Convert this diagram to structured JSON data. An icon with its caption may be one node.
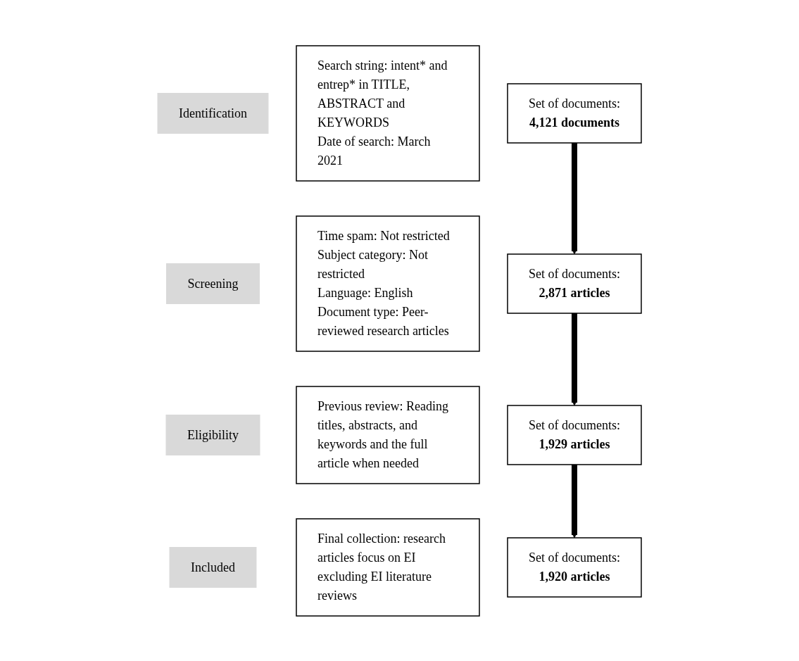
{
  "diagram": {
    "nodes": [
      {
        "text": [
          "Identification"
        ]
      },
      {
        "text": [
          "Search string: intent* and entrep* in TITLE, ABSTRACT and KEYWORDS",
          "Date of search: March 2021"
        ]
      },
      {
        "text": [
          "Set of documents:",
          "4,121 documents"
        ]
      },
      {
        "text": [
          "Screening"
        ]
      },
      {
        "text": [
          "Time spam: Not restricted",
          "Subject category: Not restricted",
          "Language: English",
          "Document type: Peer-reviewed research articles"
        ]
      },
      {
        "text": [
          "Set of documents:",
          "2,871 articles"
        ]
      },
      {
        "text": [
          "Eligibility"
        ]
      },
      {
        "text": [
          "Previous review: Reading titles, abstracts, and keywords and the full article when needed"
        ]
      },
      {
        "text": [
          "Set of documents:",
          "1,929 articles"
        ]
      },
      {
        "text": [
          "Included"
        ]
      },
      {
        "text": [
          "Final collection: research articles focus on EI excluding EI literature reviews"
        ]
      },
      {
        "text": [
          "Set of documents:",
          "1,920 articles"
        ]
      }
    ],
    "edges": [
      {
        "from": 2,
        "to": 5,
        "arrow": "to"
      },
      {
        "from": 5,
        "to": 8,
        "arrow": "to"
      },
      {
        "from": 8,
        "to": 11,
        "arrow": "to"
      }
    ]
  }
}
